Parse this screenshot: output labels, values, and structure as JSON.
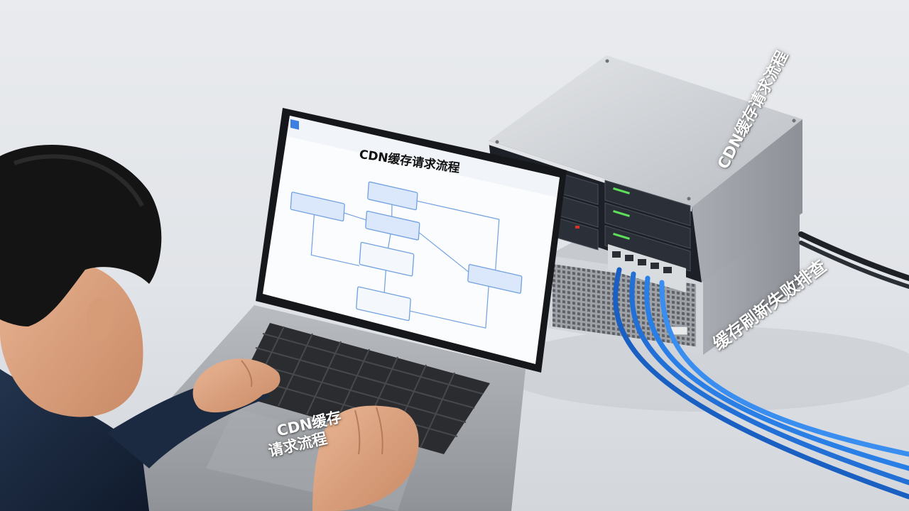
{
  "captions": {
    "screen_title": "CDN缓存请求流程",
    "server_top": "CDN缓存请求流程",
    "server_side": "缓存刷新失败排查",
    "touchpad_line1": "CDN缓存",
    "touchpad_line2": "请求流程"
  },
  "colors": {
    "cable_blue": "#1f6fd6",
    "server_silver": "#c9cdd2",
    "diagram_node_fill": "#dbe8fb",
    "diagram_node_border": "#6e9fe0",
    "accent_blue": "#3b7fe0"
  }
}
